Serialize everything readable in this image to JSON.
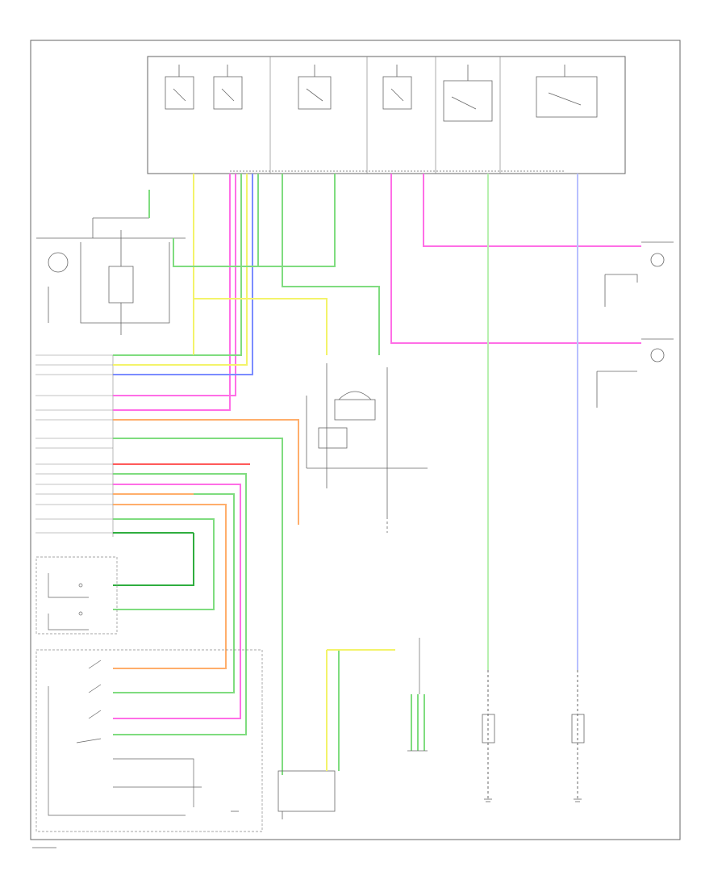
{
  "colors": {
    "outline": "#666666",
    "thin": "#888888",
    "yellow": "#f3f36a",
    "green": "#7fdc7f",
    "pink": "#ff6ee6",
    "red": "#ff5a5a",
    "blue": "#7b8cff",
    "orange": "#ffae6b",
    "light_green": "#b8f0b0",
    "dark_green": "#2fae3f"
  },
  "components": [
    {
      "id": "fuse-block-top"
    },
    {
      "id": "relay-1"
    },
    {
      "id": "relay-2"
    },
    {
      "id": "relay-3"
    },
    {
      "id": "relay-4"
    },
    {
      "id": "relay-5"
    },
    {
      "id": "relay-6"
    },
    {
      "id": "left-switch-assembly"
    },
    {
      "id": "connector-left-column"
    },
    {
      "id": "headlamp-switch-center"
    },
    {
      "id": "column-switch-box"
    },
    {
      "id": "instrument-cluster-box"
    },
    {
      "id": "bottom-module"
    },
    {
      "id": "right-lamp-upper"
    },
    {
      "id": "right-lamp-lower"
    },
    {
      "id": "right-fog-lamp"
    },
    {
      "id": "left-fog-lamp"
    }
  ]
}
